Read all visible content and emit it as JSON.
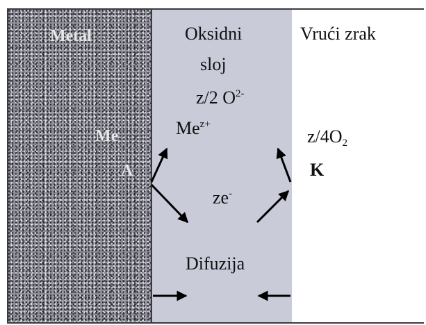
{
  "metal": {
    "title": "Metal",
    "symbol": "Me",
    "anode": "A"
  },
  "oxide": {
    "title_line1": "Oksidni",
    "title_line2": "sloj",
    "oxygen_coef": "z/2 O",
    "oxygen_charge": "2-",
    "metal_ion": "Me",
    "metal_ion_charge": "z+",
    "electron": "ze",
    "electron_charge": "-",
    "diffusion": "Difuzija"
  },
  "air": {
    "title": "Vrući zrak",
    "oxygen_coef": "z/4O",
    "oxygen_sub": "2",
    "cathode": "K"
  },
  "colors": {
    "metal": "#8d8e97",
    "oxide": "#c9cbd9",
    "air": "#ffffff",
    "arrows": "#000000"
  }
}
